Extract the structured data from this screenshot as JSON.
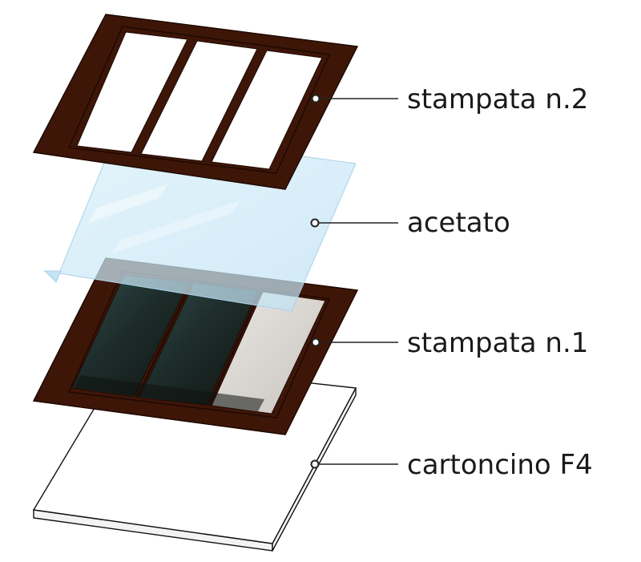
{
  "layers": [
    {
      "id": "stampata2",
      "label": "stampata n.2"
    },
    {
      "id": "acetato",
      "label": "acetato"
    },
    {
      "id": "stampata1",
      "label": "stampata n.1"
    },
    {
      "id": "cartoncino",
      "label": "cartoncino F4"
    }
  ],
  "colors": {
    "frame_brown": "#3e1608",
    "frame_line": "#1e0902",
    "acetate_fill": "#cfeaf7",
    "acetate_edge": "#a9d2ea",
    "card_fill": "#ffffff",
    "card_edge": "#111111",
    "leader_line": "#222222",
    "label_text": "#1a1a1a"
  }
}
